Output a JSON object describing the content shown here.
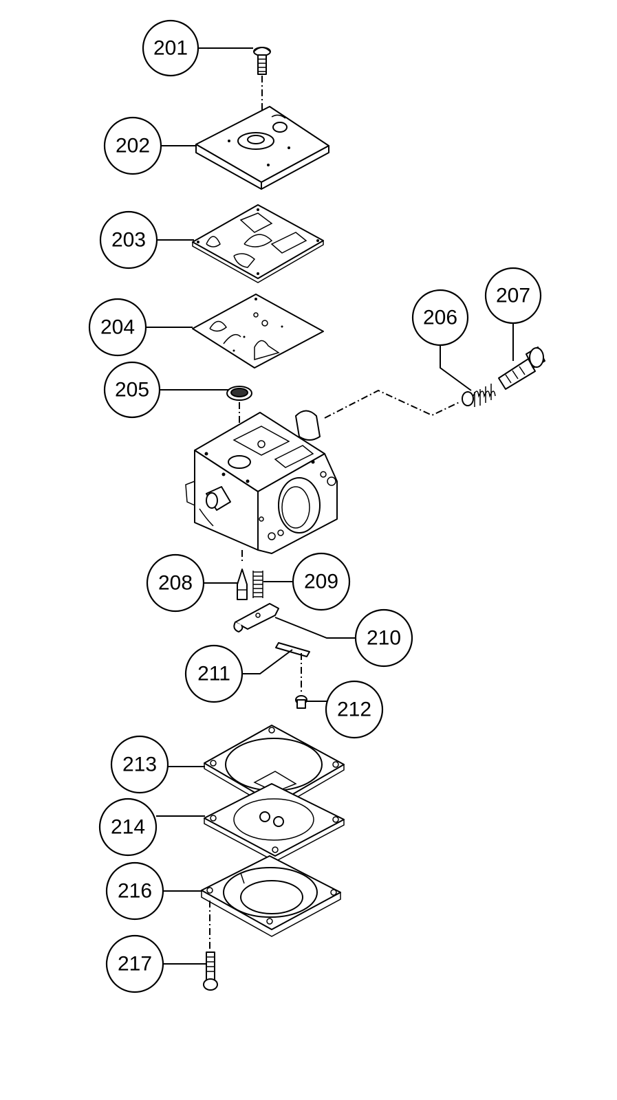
{
  "diagram": {
    "callouts": [
      {
        "id": "c201",
        "label": "201"
      },
      {
        "id": "c202",
        "label": "202"
      },
      {
        "id": "c203",
        "label": "203"
      },
      {
        "id": "c204",
        "label": "204"
      },
      {
        "id": "c205",
        "label": "205"
      },
      {
        "id": "c206",
        "label": "206"
      },
      {
        "id": "c207",
        "label": "207"
      },
      {
        "id": "c208",
        "label": "208"
      },
      {
        "id": "c209",
        "label": "209"
      },
      {
        "id": "c210",
        "label": "210"
      },
      {
        "id": "c211",
        "label": "211"
      },
      {
        "id": "c212",
        "label": "212"
      },
      {
        "id": "c213",
        "label": "213"
      },
      {
        "id": "c214",
        "label": "214"
      },
      {
        "id": "c216",
        "label": "216"
      },
      {
        "id": "c217",
        "label": "217"
      }
    ]
  }
}
